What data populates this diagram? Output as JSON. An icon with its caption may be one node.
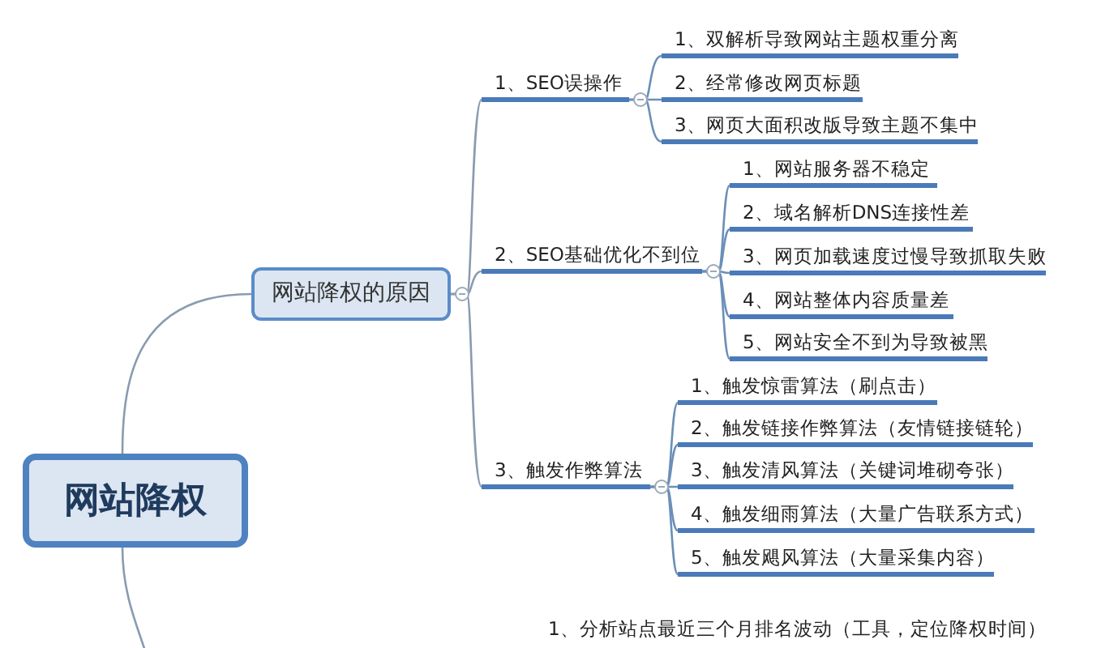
{
  "diagram": {
    "nodes": [
      {
        "text": [
          "网站降权"
        ]
      },
      {
        "text": [
          "网站降权的原因"
        ]
      },
      {
        "text": [
          "1、SEO误操作"
        ]
      },
      {
        "text": [
          "1、双解析导致网站主题权重分离"
        ]
      },
      {
        "text": [
          "2、经常修改网页标题"
        ]
      },
      {
        "text": [
          "3、网页大面积改版导致主题不集中"
        ]
      },
      {
        "text": [
          "2、SEO基础优化不到位"
        ]
      },
      {
        "text": [
          "1、网站服务器不稳定"
        ]
      },
      {
        "text": [
          "2、域名解析DNS连接性差"
        ]
      },
      {
        "text": [
          "3、网页加载速度过慢导致抓取失败"
        ]
      },
      {
        "text": [
          "4、网站整体内容质量差"
        ]
      },
      {
        "text": [
          "5、网站安全不到为导致被黑"
        ]
      },
      {
        "text": [
          "3、触发作弊算法"
        ]
      },
      {
        "text": [
          "1、触发惊雷算法（刷点击）"
        ]
      },
      {
        "text": [
          "2、触发链接作弊算法（友情链接链轮）"
        ]
      },
      {
        "text": [
          "3、触发清风算法（关键词堆砌夸张）"
        ]
      },
      {
        "text": [
          "4、触发细雨算法（大量广告联系方式）"
        ]
      },
      {
        "text": [
          "5、触发飓风算法（大量采集内容）"
        ]
      },
      {
        "text": [
          "1、分析站点最近三个月排名波动（工具，定位降权时间）"
        ]
      }
    ],
    "edges": [
      {
        "from": 0,
        "to": 1,
        "arrow": "none"
      },
      {
        "from": 1,
        "to": 2,
        "arrow": "none"
      },
      {
        "from": 1,
        "to": 6,
        "arrow": "none"
      },
      {
        "from": 1,
        "to": 12,
        "arrow": "none"
      },
      {
        "from": 2,
        "to": 3,
        "arrow": "none"
      },
      {
        "from": 2,
        "to": 4,
        "arrow": "none"
      },
      {
        "from": 2,
        "to": 5,
        "arrow": "none"
      },
      {
        "from": 6,
        "to": 7,
        "arrow": "none"
      },
      {
        "from": 6,
        "to": 8,
        "arrow": "none"
      },
      {
        "from": 6,
        "to": 9,
        "arrow": "none"
      },
      {
        "from": 6,
        "to": 10,
        "arrow": "none"
      },
      {
        "from": 6,
        "to": 11,
        "arrow": "none"
      },
      {
        "from": 12,
        "to": 13,
        "arrow": "none"
      },
      {
        "from": 12,
        "to": 14,
        "arrow": "none"
      },
      {
        "from": 12,
        "to": 15,
        "arrow": "none"
      },
      {
        "from": 12,
        "to": 16,
        "arrow": "none"
      },
      {
        "from": 12,
        "to": 17,
        "arrow": "none"
      },
      {
        "from": 0,
        "to": null,
        "arrow": "none"
      }
    ]
  }
}
